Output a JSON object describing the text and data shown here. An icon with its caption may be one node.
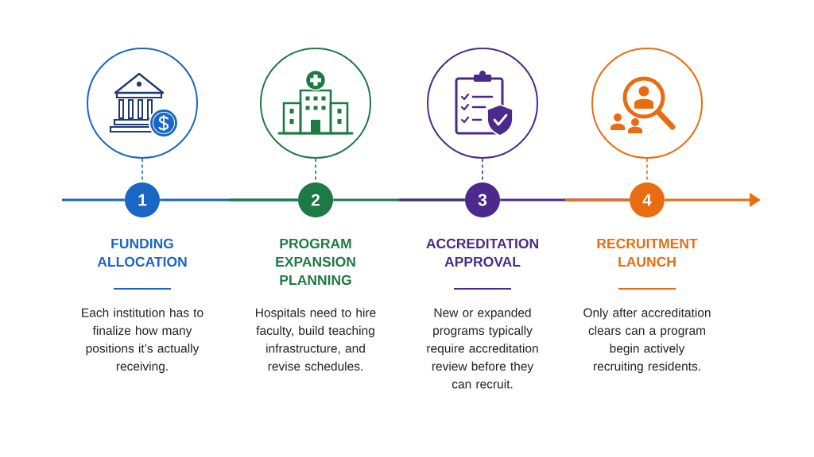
{
  "diagram": {
    "nodes": [
      {
        "text": [],
        "shape": "circle"
      },
      {
        "text": [
          "1"
        ],
        "beside": [
          "FUNDING ALLOCATION",
          "Each institution has to finalize how many positions it’s actually receiving."
        ]
      },
      {
        "text": [],
        "shape": "circle"
      },
      {
        "text": [
          "2"
        ],
        "beside": [
          "PROGRAM EXPANSION PLANNING",
          "Hospitals need to hire faculty, build teaching infrastructure, and revise schedules."
        ]
      },
      {
        "text": [],
        "shape": "circle"
      },
      {
        "text": [
          "3"
        ],
        "beside": [
          "ACCREDITATION APPROVAL",
          "New or expanded programs typically require accreditation review before they can recruit."
        ]
      },
      {
        "text": [],
        "shape": "circle"
      },
      {
        "text": [
          "4"
        ],
        "beside": [
          "RECRUITMENT LAUNCH",
          "Only after accreditation clears can a program begin actively recruiting residents."
        ]
      }
    ],
    "edges": [
      {
        "from": null,
        "to": 1,
        "arrow": "none",
        "color": "#1a66c4"
      },
      {
        "from": 0,
        "to": 1,
        "arrow": "none",
        "style": "dashed",
        "color": "#1a66c4"
      },
      {
        "from": 1,
        "to": 3,
        "arrow": "none",
        "color": "#1a66c4"
      },
      {
        "from": 2,
        "to": 3,
        "arrow": "none",
        "style": "dashed",
        "color": "#1d7a45"
      },
      {
        "from": 3,
        "to": 5,
        "arrow": "none",
        "color": "#1d7a45"
      },
      {
        "from": 4,
        "to": 5,
        "arrow": "none",
        "style": "dashed",
        "color": "#4b2a8c"
      },
      {
        "from": 5,
        "to": 7,
        "arrow": "none",
        "color": "#4b2a8c"
      },
      {
        "from": 6,
        "to": 7,
        "arrow": "none",
        "style": "dashed",
        "color": "#ea6c10"
      },
      {
        "from": 7,
        "to": null,
        "arrow": "to",
        "color": "#ea6c10"
      }
    ]
  }
}
